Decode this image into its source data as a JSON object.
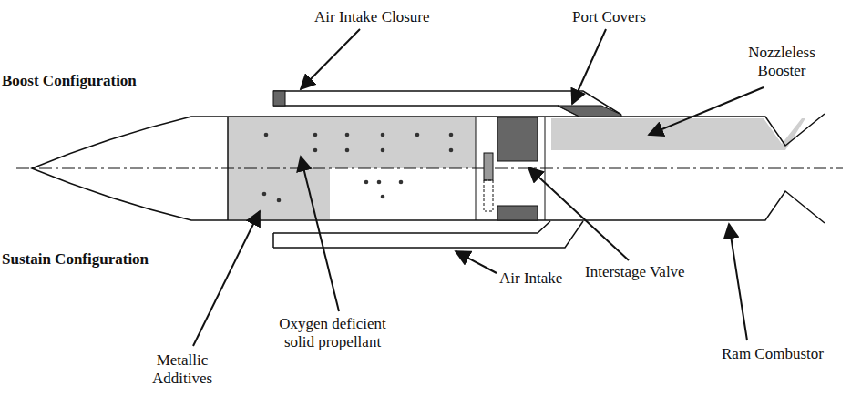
{
  "diagram": {
    "labels": [
      "Boost Configuration",
      "Air Intake Closure",
      "Port Covers",
      "Nozzleless Booster",
      "Sustain Configuration",
      "Metallic Additives",
      "Oxygen deficient solid propellant",
      "Air Intake",
      "Interstage Valve",
      "Ram Combustor"
    ]
  }
}
